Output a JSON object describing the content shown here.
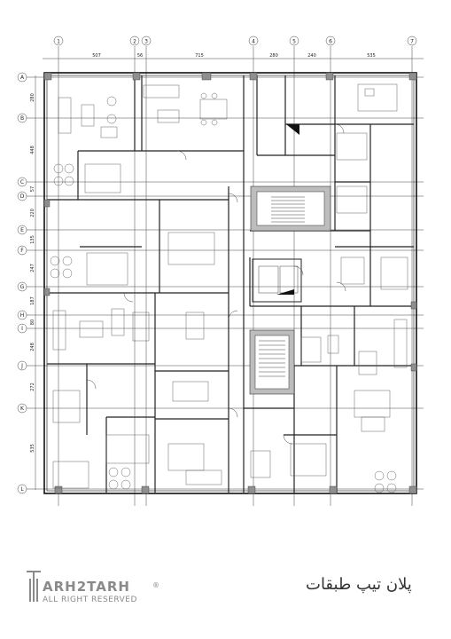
{
  "axes": {
    "columns": [
      "1",
      "2",
      "3",
      "4",
      "5",
      "6",
      "7"
    ],
    "rows": [
      "A",
      "B",
      "C",
      "D",
      "E",
      "F",
      "G",
      "H",
      "I",
      "J",
      "K",
      "L"
    ]
  },
  "dimensions": {
    "top": [
      "507",
      "56",
      "715",
      "280",
      "240",
      "535"
    ],
    "left": [
      "280",
      "448",
      "57",
      "220",
      "135",
      "247",
      "187",
      "80",
      "248",
      "272",
      "535"
    ]
  },
  "logo": {
    "brand": "ARH2TARH",
    "tagline": "ALL RIGHT RESERVED",
    "registered": "®"
  },
  "title": "پلان تیپ طبقات"
}
